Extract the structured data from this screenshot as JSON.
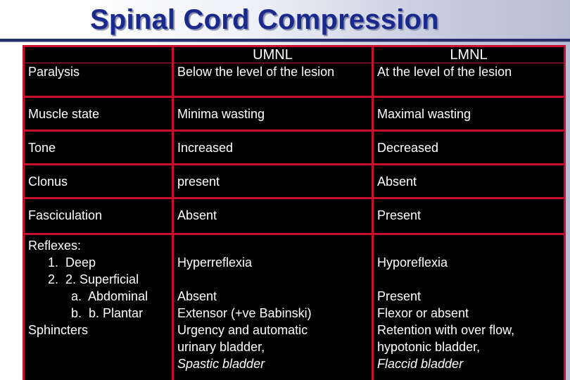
{
  "title": "Spinal Cord Compression",
  "columns": [
    "",
    "UMNL",
    "LMNL"
  ],
  "rows": [
    {
      "feature": "Paralysis",
      "umnl": "Below the level of the lesion",
      "lmnl": "At the level of the lesion"
    },
    {
      "feature": "Muscle state",
      "umnl": "Minima wasting",
      "lmnl": "Maximal wasting"
    },
    {
      "feature": "Tone",
      "umnl": "Increased",
      "lmnl": "Decreased"
    },
    {
      "feature": "Clonus",
      "umnl": "present",
      "lmnl": "Absent"
    },
    {
      "feature": "Fasciculation",
      "umnl": "Absent",
      "lmnl": "Present"
    }
  ],
  "last": {
    "feature": {
      "heading": "Reflexes:",
      "l1": "1.  Deep",
      "l2": "2.  2. Superficial",
      "l3": "a.  Abdominal",
      "l4": "b.  b. Plantar",
      "l5": "Sphincters"
    },
    "umnl": {
      "deep": "Hyperreflexia",
      "abdominal": "Absent",
      "plantar": "Extensor (+ve Babinski)",
      "sphincter1": "Urgency and automatic",
      "sphincter2": "urinary bladder,",
      "sphincter3": "Spastic bladder"
    },
    "lmnl": {
      "deep": "Hyporeflexia",
      "abdominal": "Present",
      "plantar": "Flexor or absent",
      "sphincter1": "Retention with over flow,",
      "sphincter2": "hypotonic bladder,",
      "sphincter3": "Flaccid bladder"
    }
  }
}
